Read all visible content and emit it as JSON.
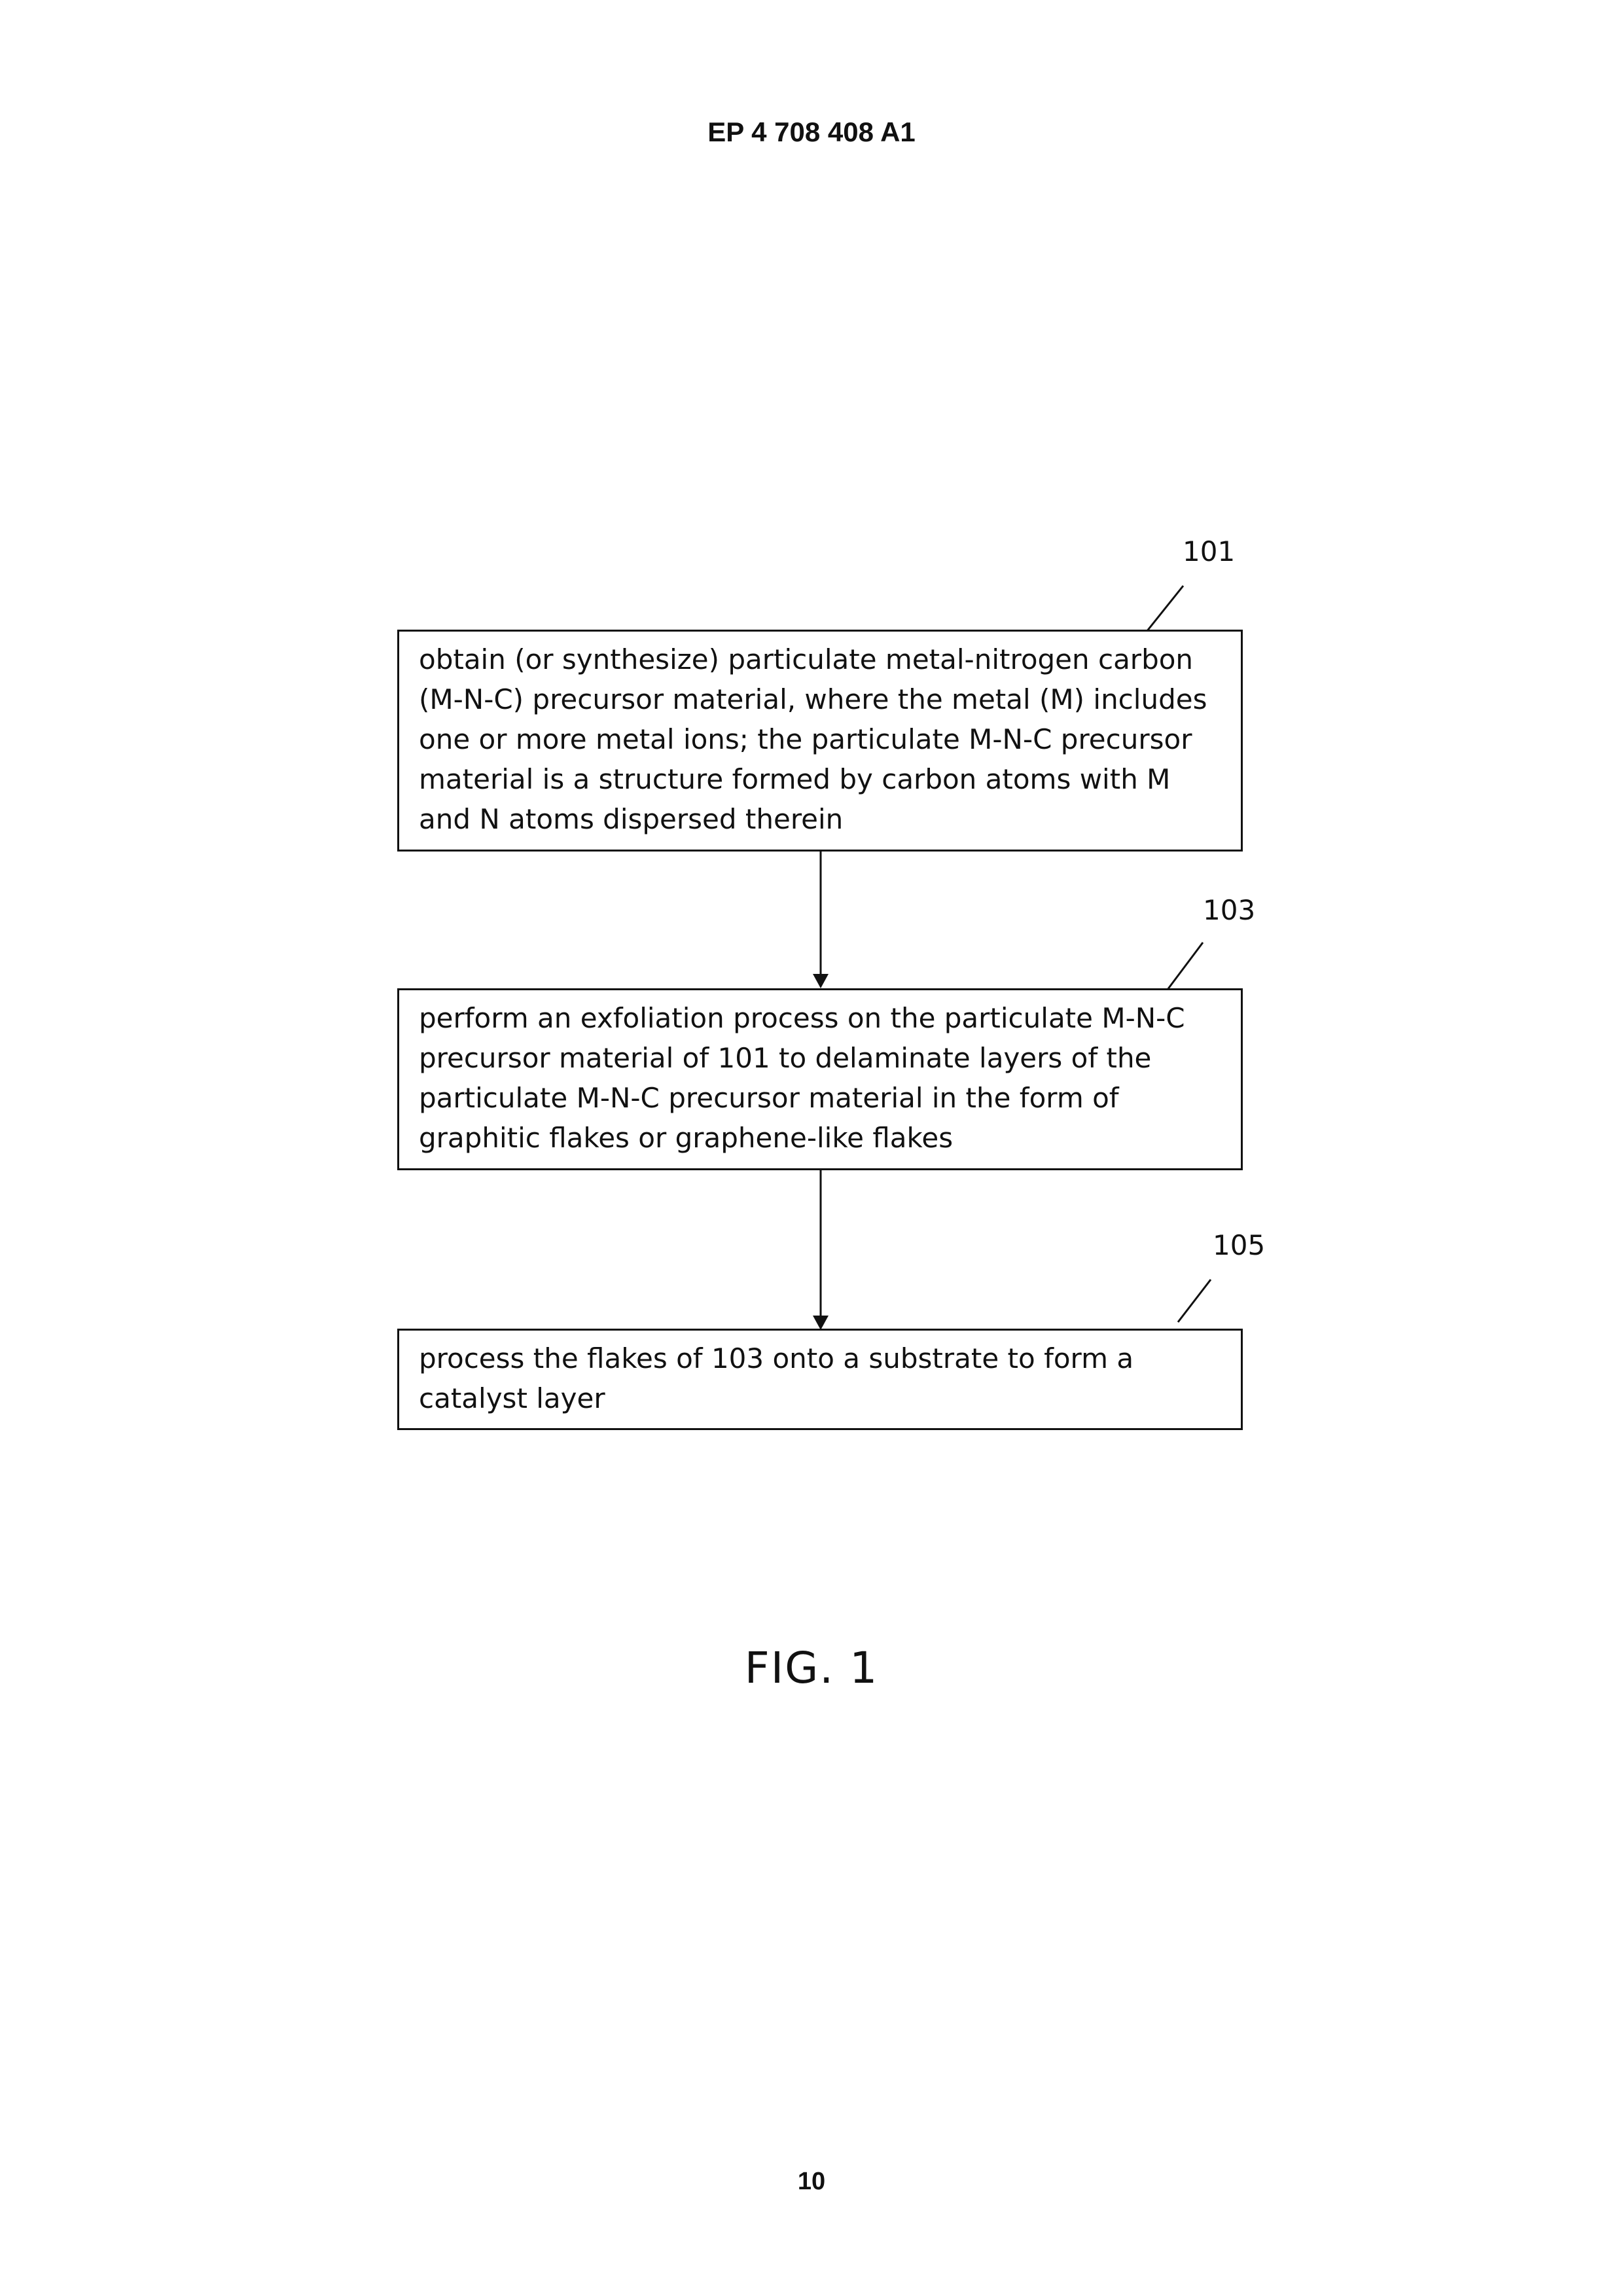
{
  "header": {
    "publication_number": "EP 4 708 408 A1"
  },
  "steps": [
    {
      "ref": "101",
      "text": "obtain (or synthesize) particulate metal-nitrogen carbon (M-N-C) precursor material, where the metal (M) includes one or more metal ions; the particulate M-N-C precursor material is a structure formed by carbon atoms with M and N atoms dispersed therein"
    },
    {
      "ref": "103",
      "text": "perform an exfoliation process on the particulate M-N-C precursor material of 101 to delaminate layers of the particulate M-N-C precursor material in the form of graphitic flakes or graphene-like flakes"
    },
    {
      "ref": "105",
      "text": "process the flakes of 103 onto a substrate to form a catalyst layer"
    }
  ],
  "figure": {
    "caption": "FIG. 1"
  },
  "footer": {
    "page_number": "10"
  }
}
